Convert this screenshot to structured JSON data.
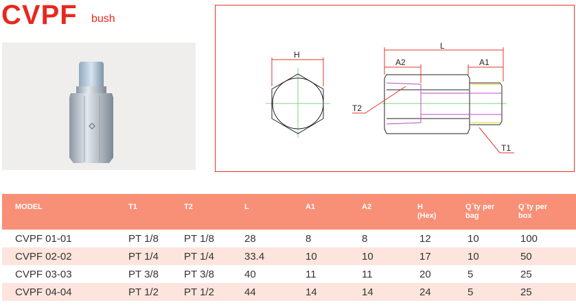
{
  "title": "CVPF",
  "subtitle": "bush",
  "diagram_labels": {
    "H": "H",
    "L": "L",
    "A1": "A1",
    "A2": "A2",
    "T1": "T1",
    "T2": "T2"
  },
  "table": {
    "headers": [
      "MODEL",
      "T1",
      "T2",
      "L",
      "A1",
      "A2",
      "H\n(Hex)",
      "Q´ty per\nbag",
      "Q´ty per\nbox"
    ],
    "rows": [
      [
        "CVPF 01-01",
        "PT 1/8",
        "PT 1/8",
        "28",
        "8",
        "8",
        "12",
        "10",
        "100"
      ],
      [
        "CVPF 02-02",
        "PT 1/4",
        "PT 1/4",
        "33.4",
        "10",
        "10",
        "17",
        "10",
        "50"
      ],
      [
        "CVPF 03-03",
        "PT 3/8",
        "PT 3/8",
        "40",
        "11",
        "11",
        "20",
        "5",
        "25"
      ],
      [
        "CVPF 04-04",
        "PT 1/2",
        "PT 1/2",
        "44",
        "14",
        "14",
        "24",
        "5",
        "25"
      ]
    ]
  }
}
